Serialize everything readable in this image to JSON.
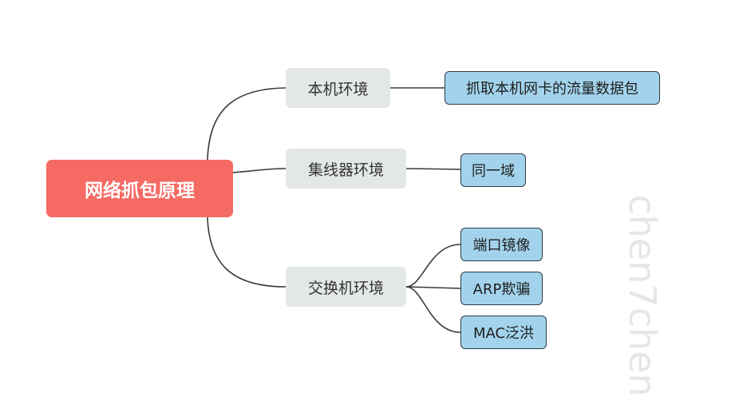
{
  "mindmap": {
    "root": "网络抓包原理",
    "branches": [
      {
        "label": "本机环境",
        "children": [
          "抓取本机网卡的流量数据包"
        ]
      },
      {
        "label": "集线器环境",
        "children": [
          "同一域"
        ]
      },
      {
        "label": "交换机环境",
        "children": [
          "端口镜像",
          "ARP欺骗",
          "MAC泛洪"
        ]
      }
    ]
  },
  "colors": {
    "root_fill": "#f56a63",
    "branch_fill": "#e3e7e6",
    "leaf_fill": "#a3d3ec",
    "leaf_border": "#2f3b45",
    "connector": "#3a3a3a"
  },
  "watermark": "chen7chen"
}
